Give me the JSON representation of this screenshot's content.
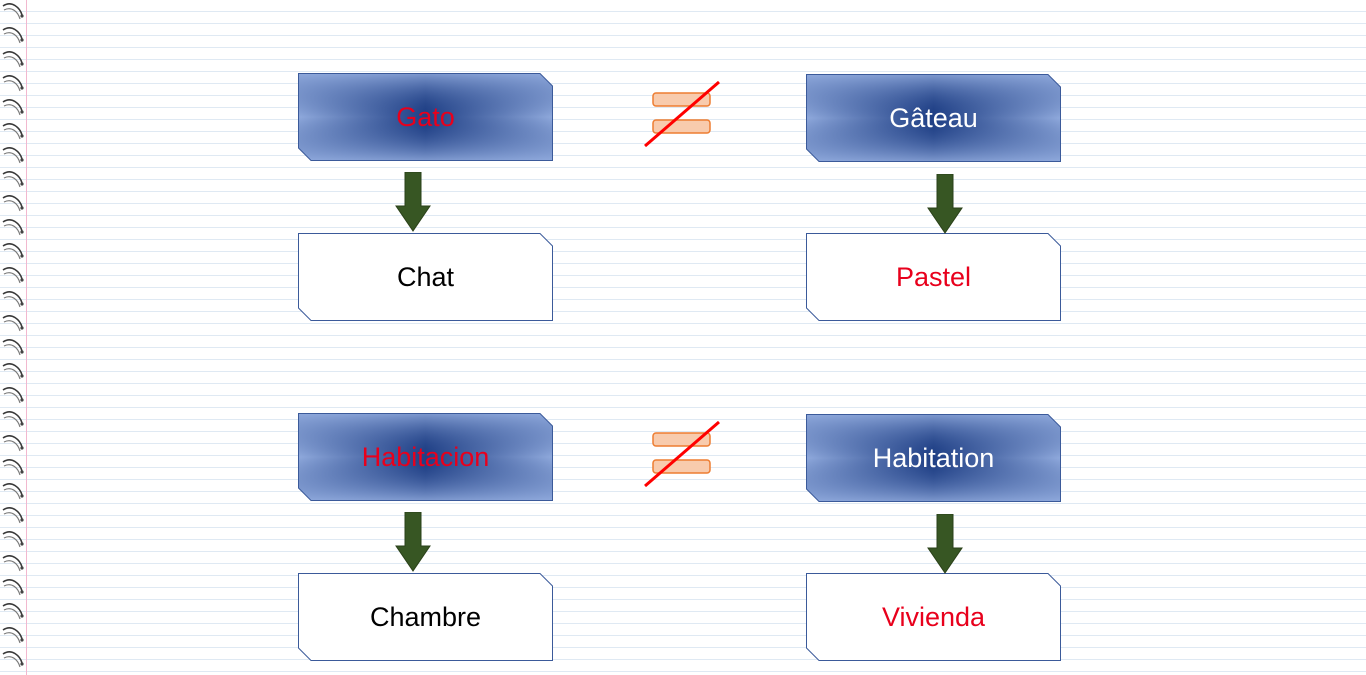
{
  "colors": {
    "source_box_fill_edge": "#8fa9dc",
    "source_box_fill_center": "#1f3f85",
    "box_border": "#3b5a9a",
    "false_friend_text": "#e8001c",
    "normal_dark_text": "#000000",
    "normal_light_text": "#ffffff",
    "arrow": "#375623",
    "equal_bar_fill": "#f8cbad",
    "equal_bar_border": "#ed7d31",
    "strike": "#ff0000"
  },
  "rows": [
    {
      "left_top": {
        "text": "Gato",
        "text_color": "#e8001c"
      },
      "left_bottom": {
        "text": "Chat",
        "text_color": "#000000"
      },
      "right_top": {
        "text": "Gâteau",
        "text_color": "#ffffff"
      },
      "right_bottom": {
        "text": "Pastel",
        "text_color": "#e8001c"
      },
      "relation_icon": "not-equal-icon"
    },
    {
      "left_top": {
        "text": "Habitacion",
        "text_color": "#e8001c"
      },
      "left_bottom": {
        "text": "Chambre",
        "text_color": "#000000"
      },
      "right_top": {
        "text": "Habitation",
        "text_color": "#ffffff"
      },
      "right_bottom": {
        "text": "Vivienda",
        "text_color": "#e8001c"
      },
      "relation_icon": "not-equal-icon"
    }
  ]
}
